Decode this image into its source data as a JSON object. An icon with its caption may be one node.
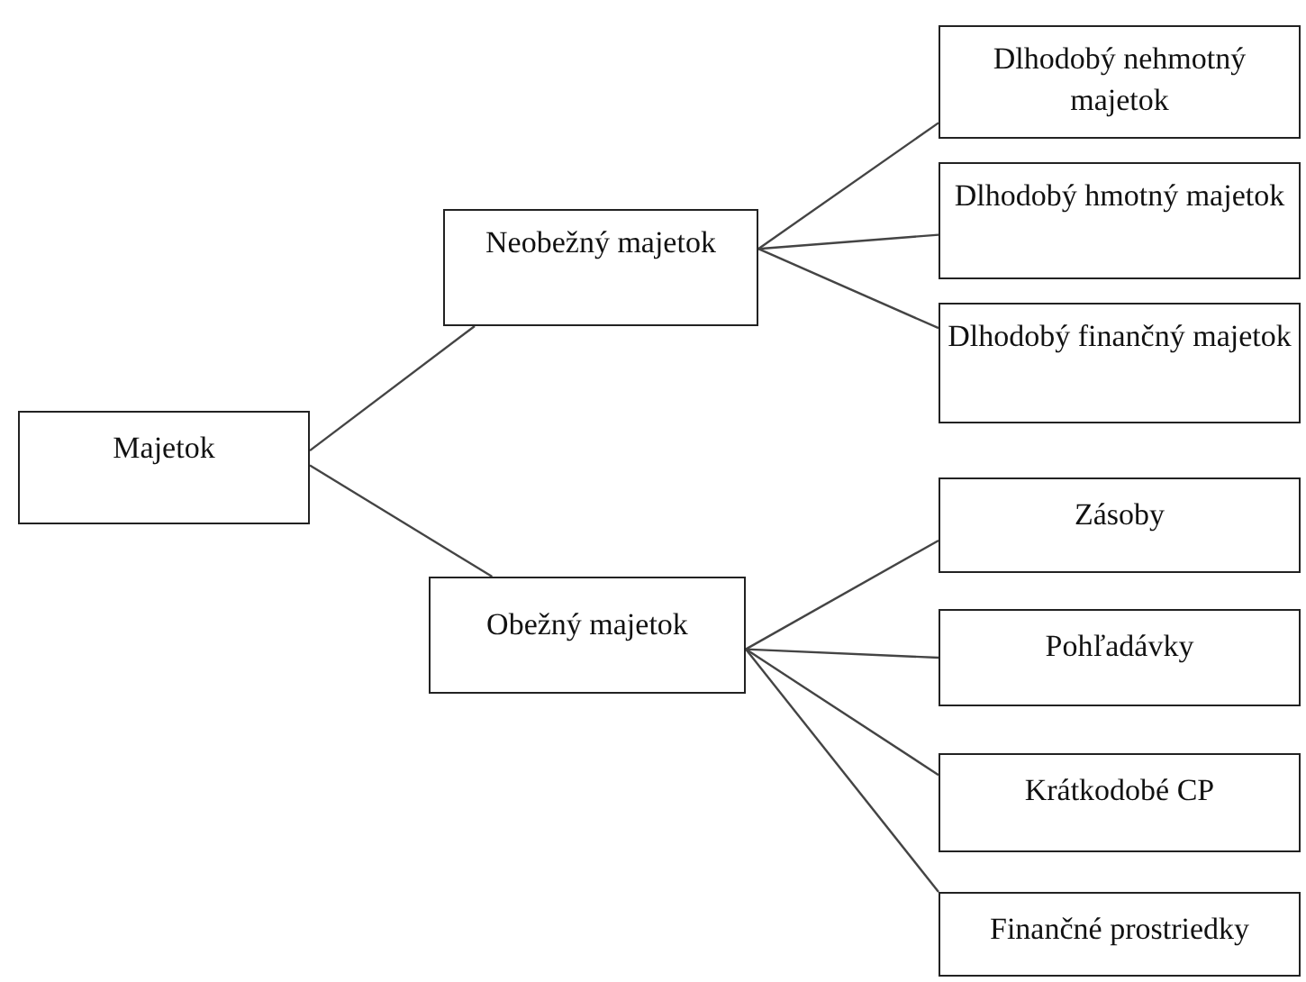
{
  "diagram": {
    "nodes": [
      {
        "text": [
          "Majetok"
        ]
      },
      {
        "text": [
          "Neobežný majetok"
        ]
      },
      {
        "text": [
          "Obežný majetok"
        ]
      },
      {
        "text": [
          "Dlhodobý nehmotný majetok"
        ]
      },
      {
        "text": [
          "Dlhodobý hmotný majetok"
        ]
      },
      {
        "text": [
          "Dlhodobý finančný majetok"
        ]
      },
      {
        "text": [
          "Zásoby"
        ]
      },
      {
        "text": [
          "Pohľadávky"
        ]
      },
      {
        "text": [
          "Krátkodobé CP"
        ]
      },
      {
        "text": [
          "Finančné prostriedky"
        ]
      }
    ],
    "edges": [
      {
        "from": 0,
        "to": 1,
        "arrow": "none"
      },
      {
        "from": 0,
        "to": 2,
        "arrow": "none"
      },
      {
        "from": 1,
        "to": 3,
        "arrow": "none"
      },
      {
        "from": 1,
        "to": 4,
        "arrow": "none"
      },
      {
        "from": 1,
        "to": 5,
        "arrow": "none"
      },
      {
        "from": 2,
        "to": 6,
        "arrow": "none"
      },
      {
        "from": 2,
        "to": 7,
        "arrow": "none"
      },
      {
        "from": 2,
        "to": 8,
        "arrow": "none"
      },
      {
        "from": 2,
        "to": 9,
        "arrow": "none"
      }
    ]
  }
}
